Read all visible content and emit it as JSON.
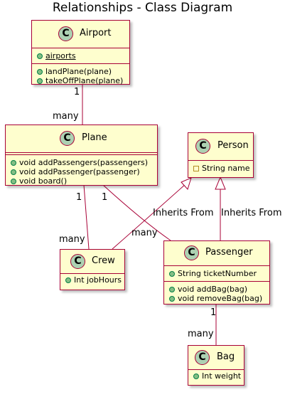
{
  "title": "Relationships - Class Diagram",
  "classes": {
    "airport": {
      "icon": "C",
      "name": "Airport",
      "attributes": [
        "airports"
      ],
      "methods": [
        "landPlane(plane)",
        "takeOffPlane(plane)"
      ]
    },
    "plane": {
      "icon": "C",
      "name": "Plane",
      "methods": [
        "void addPassengers(passengers)",
        "void addPassenger(passenger)",
        "void board()"
      ]
    },
    "person": {
      "icon": "C",
      "name": "Person",
      "attributes": [
        "String name"
      ]
    },
    "crew": {
      "icon": "C",
      "name": "Crew",
      "attributes": [
        "Int jobHours"
      ]
    },
    "passenger": {
      "icon": "C",
      "name": "Passenger",
      "attributes": [
        "String ticketNumber"
      ],
      "methods": [
        "void addBag(bag)",
        "void removeBag(bag)"
      ]
    },
    "bag": {
      "icon": "C",
      "name": "Bag",
      "attributes": [
        "Int weight"
      ]
    }
  },
  "relations": {
    "airport_plane": {
      "from": "1",
      "to": "many"
    },
    "plane_crew": {
      "from": "1",
      "to": "many"
    },
    "plane_passenger": {
      "from": "1",
      "to": "many"
    },
    "crew_person": {
      "label": "Inherits From"
    },
    "passenger_person": {
      "label": "Inherits From"
    },
    "passenger_bag": {
      "from": "1",
      "to": "many"
    }
  },
  "colors": {
    "class_fill": "#fefece",
    "class_border": "#a80036",
    "class_icon_fill": "#add1b2",
    "line": "#a80036"
  }
}
